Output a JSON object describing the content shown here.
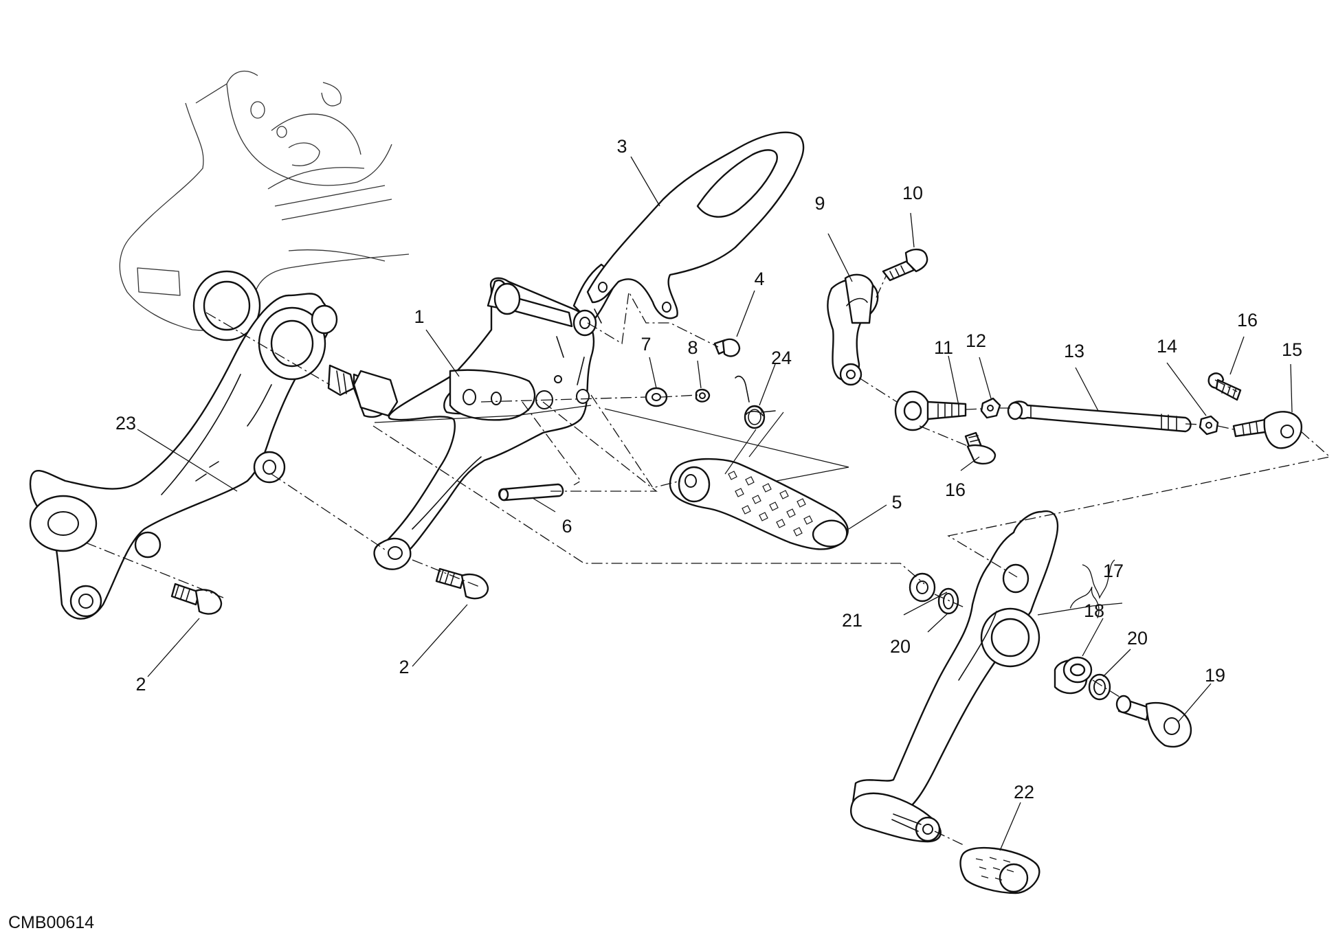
{
  "drawing_code": "CMB00614",
  "callouts": [
    {
      "id": "c1",
      "text": "1"
    },
    {
      "id": "c2a",
      "text": "2"
    },
    {
      "id": "c2b",
      "text": "2"
    },
    {
      "id": "c3",
      "text": "3"
    },
    {
      "id": "c4",
      "text": "4"
    },
    {
      "id": "c5",
      "text": "5"
    },
    {
      "id": "c6",
      "text": "6"
    },
    {
      "id": "c7",
      "text": "7"
    },
    {
      "id": "c8",
      "text": "8"
    },
    {
      "id": "c9",
      "text": "9"
    },
    {
      "id": "c10",
      "text": "10"
    },
    {
      "id": "c11",
      "text": "11"
    },
    {
      "id": "c12",
      "text": "12"
    },
    {
      "id": "c13",
      "text": "13"
    },
    {
      "id": "c14",
      "text": "14"
    },
    {
      "id": "c15",
      "text": "15"
    },
    {
      "id": "c16a",
      "text": "16"
    },
    {
      "id": "c16b",
      "text": "16"
    },
    {
      "id": "c17",
      "text": "17"
    },
    {
      "id": "c18",
      "text": "18"
    },
    {
      "id": "c19",
      "text": "19"
    },
    {
      "id": "c20a",
      "text": "20"
    },
    {
      "id": "c20b",
      "text": "20"
    },
    {
      "id": "c21",
      "text": "21"
    },
    {
      "id": "c22",
      "text": "22"
    },
    {
      "id": "c23",
      "text": "23"
    },
    {
      "id": "c24",
      "text": "24"
    }
  ]
}
